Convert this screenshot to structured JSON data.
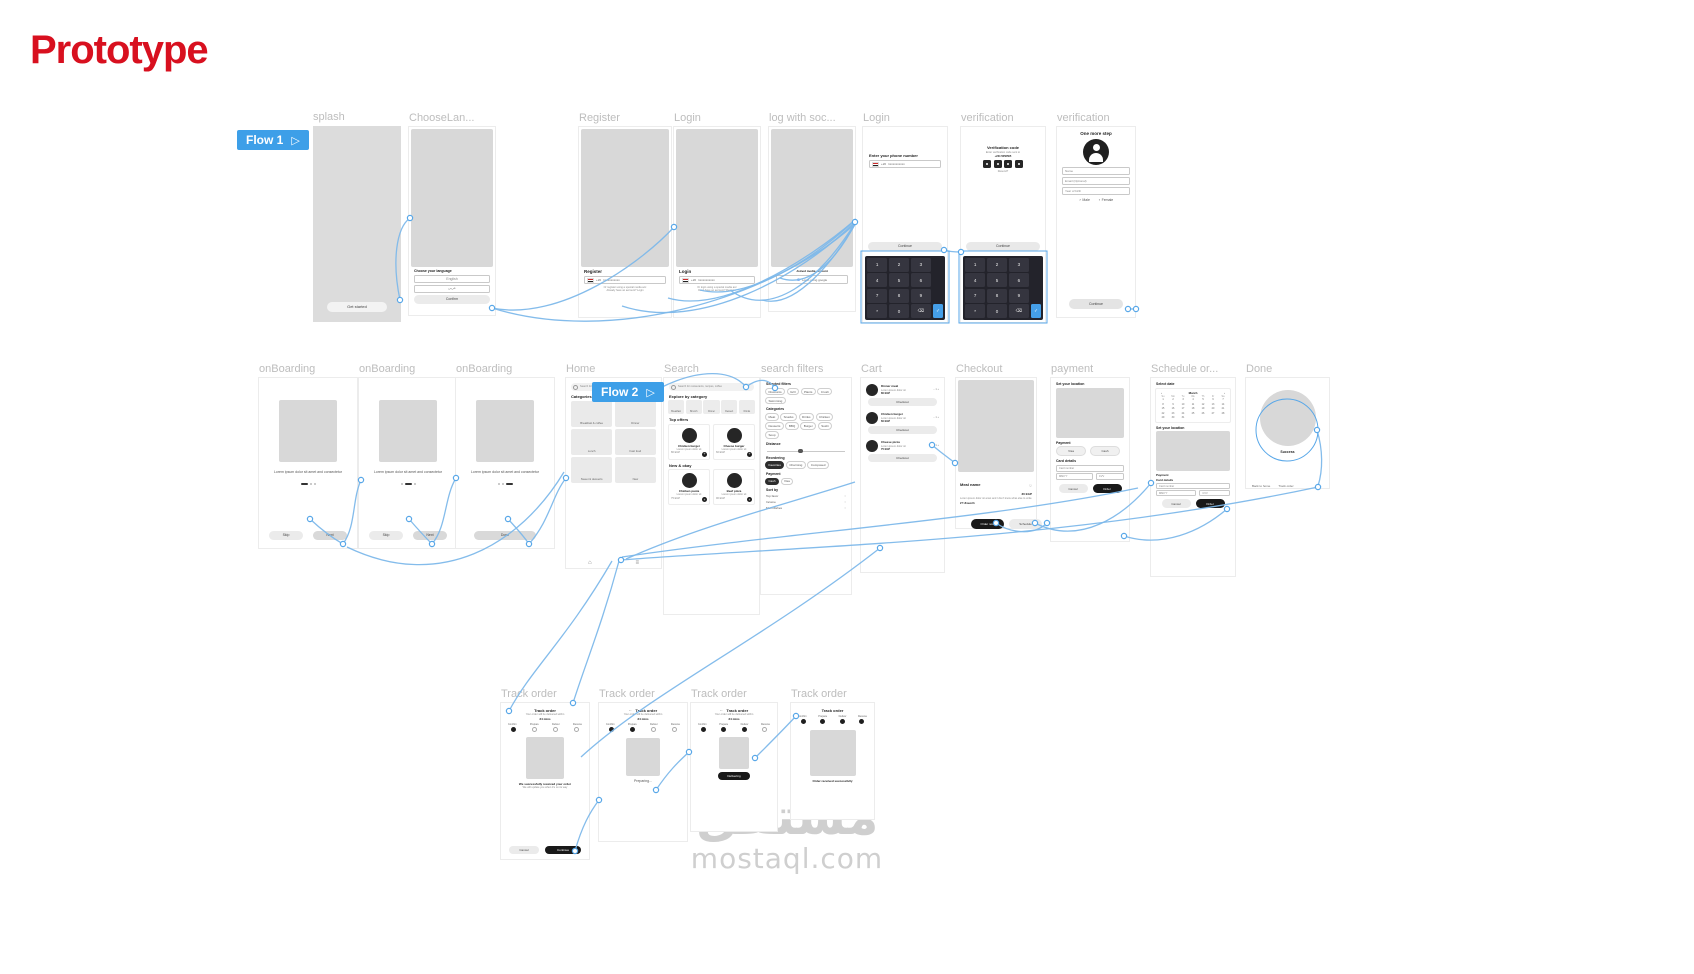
{
  "title": "Prototype",
  "flows": {
    "flow1": "Flow 1",
    "flow2": "Flow 2"
  },
  "watermark": {
    "ar": "مستقل",
    "en": "mostaql.com"
  },
  "frames": {
    "splash": {
      "label": "splash",
      "cta": "Get started"
    },
    "chooseLang": {
      "label": "ChooseLan...",
      "heading": "Choose your language",
      "english": "English",
      "arabic": "عربي",
      "confirm": "Confirm"
    },
    "register": {
      "label": "Register",
      "heading": "Register",
      "code": "+20",
      "phone": "1xxxxxxxxxx",
      "or": "Or register using a special media acc",
      "footer": "Already have an account? Login"
    },
    "login": {
      "label": "Login",
      "heading": "Login",
      "code": "+20",
      "phone": "1xxxxxxxxxx",
      "or": "Or login using a special media acc",
      "footer": "Don't have an account? Register"
    },
    "social": {
      "label": "log with soc...",
      "heading": "Joined media account",
      "google": "Login using google"
    },
    "phoneLogin": {
      "label": "Login",
      "heading": "Enter your phone number",
      "code": "+20",
      "phone": "1xxxxxxxxxx",
      "continue": "Continue"
    },
    "keypad": {
      "digits": [
        "1",
        "2",
        "3",
        "4",
        "5",
        "6",
        "7",
        "8",
        "9",
        "*",
        "0",
        "⌫"
      ],
      "enter": "✓"
    },
    "verifyCode": {
      "label": "verification",
      "heading": "Verification code",
      "sub": "Enter verification code sent to",
      "phone": "+234 5656565",
      "resend": "Resend?",
      "continue": "Continue"
    },
    "profile": {
      "label": "verification",
      "heading": "One more step",
      "name": "Name",
      "email": "Email (Optional)",
      "birth": "Year of birth",
      "male": "Male",
      "female": "Female",
      "continue": "Continue"
    },
    "onboarding": {
      "label": "onBoarding",
      "text": "Lorem ipsum dolor sit amet and consectetur",
      "skip": "Skip",
      "next": "Next",
      "done": "Done"
    },
    "home": {
      "label": "Home",
      "search": "Search for restaurants, recipes, coffee",
      "categories": "Categories",
      "tiles": [
        "Breakfast & coffee",
        "Dinner",
        "Lunch",
        "Fast food",
        "Sweet & desserts",
        "New"
      ]
    },
    "search": {
      "label": "Search",
      "bar": "Search for restaurants, recipes, coffee",
      "explore": "Explore by category",
      "cats": [
        "Breakfast",
        "Brunch",
        "Dinner",
        "Dessert",
        "Drinks"
      ],
      "top": "Top offers",
      "newTitle": "New & okay",
      "cards": [
        {
          "name": "Chicken burger",
          "sub": "Lorem ipsum dolor sit",
          "price": "80 EGP"
        },
        {
          "name": "Cheese burger",
          "sub": "Lorem ipsum dolor sit",
          "price": "60 EGP"
        },
        {
          "name": "Chicken pasta",
          "sub": "Lorem ipsum dolor sit",
          "price": "75 EGP"
        },
        {
          "name": "Beef pizza",
          "sub": "Lorem ipsum dolor sit",
          "price": "90 EGP"
        }
      ]
    },
    "filters": {
      "label": "search filters",
      "selected": "Selected filters",
      "chips": [
        "Discounts",
        "Grill",
        "Plants",
        "Crush",
        "Swimming"
      ],
      "categoriesTitle": "Categories",
      "cats": [
        "Meat",
        "Snacks",
        "Drinks",
        "Chicken",
        "Desserts",
        "BBQ",
        "Burger",
        "Sushi",
        "Soup"
      ],
      "distance": "Distance",
      "reorderTitle": "Reordering",
      "reorder": [
        "Favorites",
        "Charming",
        "Composed"
      ],
      "payTitle": "Payment",
      "pay": [
        "Cash",
        "Visa"
      ],
      "sortTitle": "Sort by",
      "sort": [
        "Top favor",
        "Income",
        "Main dishes"
      ]
    },
    "cart": {
      "label": "Cart",
      "checkout": "Checkout",
      "stepper": "−  1  +",
      "items": [
        {
          "name": "Dinner meal",
          "sub": "Lorem ipsum dolor sit",
          "price": "80 EGP"
        },
        {
          "name": "Chicken burger",
          "sub": "Lorem ipsum dolor sit",
          "price": "60 EGP"
        },
        {
          "name": "Cheese pizza",
          "sub": "Lorem ipsum dolor sit",
          "price": "75 EGP"
        }
      ]
    },
    "checkout": {
      "label": "Checkout",
      "meal": "Meal name",
      "price": "30 EGP",
      "desc": "Lorem ipsum dolor sit amet and I don't know what else to write",
      "addr": "27 Ulsworth",
      "orderNow": "Order now",
      "schedule": "Schedule"
    },
    "payment": {
      "label": "payment",
      "location": "Set your location",
      "payTitle": "Payment",
      "visa": "Visa",
      "cash": "Cash",
      "cardTitle": "Card details",
      "cardNumber": "Card number",
      "expiry": "MM/YY",
      "cvv": "CVV",
      "cancel": "Cancel",
      "order": "Order"
    },
    "schedule": {
      "label": "Schedule or...",
      "selectDate": "Select date",
      "month": "March",
      "days": [
        "Su",
        "Mo",
        "Tu",
        "We",
        "Th",
        "Fr",
        "Sa"
      ],
      "dates": [
        "1",
        "2",
        "3",
        "4",
        "5",
        "6",
        "7",
        "8",
        "9",
        "10",
        "11",
        "12",
        "13",
        "14",
        "15",
        "16",
        "17",
        "18",
        "19",
        "20",
        "21",
        "22",
        "23",
        "24",
        "25",
        "26",
        "27",
        "28",
        "29",
        "30",
        "31"
      ],
      "location": "Set your location",
      "payTitle": "Payment",
      "cardTitle": "Card details",
      "cardNumber": "Card number",
      "expiry": "MM/YY",
      "cvv": "CVV",
      "cancel": "Cancel",
      "order": "Order"
    },
    "done": {
      "label": "Done",
      "success": "Success",
      "back": "Back to home",
      "track": "Track order"
    },
    "track": {
      "label": "Track order",
      "header": "Track order",
      "sub": "Your order will be delivered within",
      "mins": "34 mins",
      "steps": [
        "Confirm",
        "Prepare",
        "Deliver",
        "Receive"
      ],
      "receivedTitle": "We successfully received your order",
      "receivedSub": "We will update you when it's on its way",
      "cancel": "Cancel",
      "continue": "Continue",
      "preparing": "Preparing...",
      "delivering": "Delivering",
      "success": "Order received successfully"
    }
  }
}
